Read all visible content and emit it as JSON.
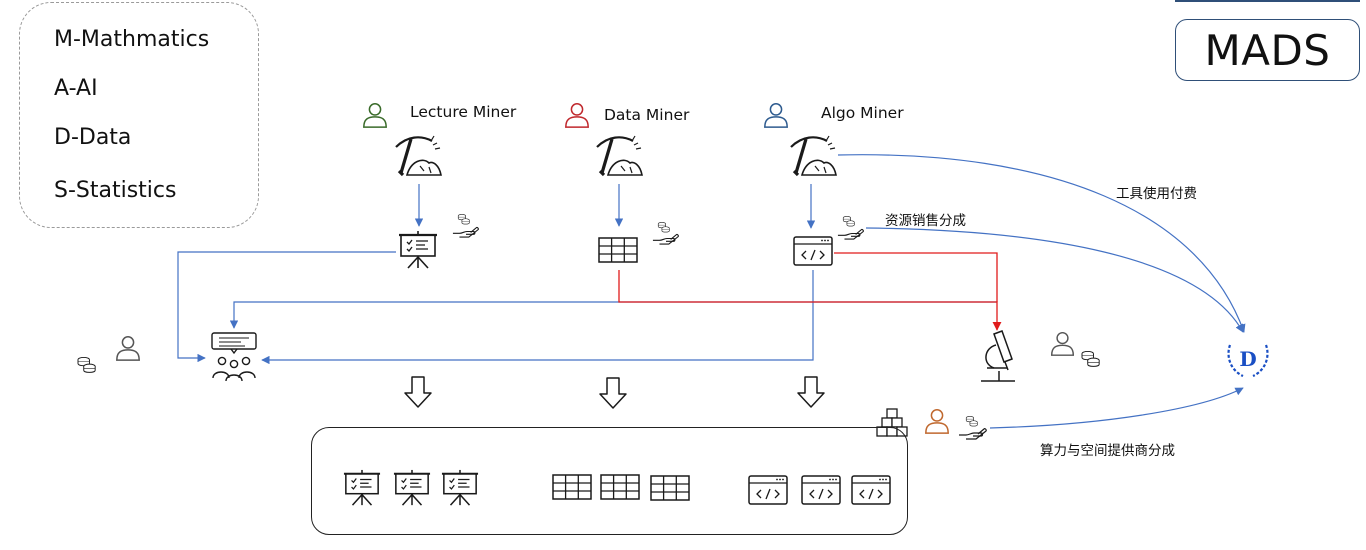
{
  "legend": {
    "items": [
      "M-Mathmatics",
      "A-AI",
      "D-Data",
      "S-Statistics"
    ]
  },
  "brand": {
    "title": "MADS"
  },
  "miners": {
    "lecture": {
      "label": "Lecture Miner",
      "color": "#3a6b2a"
    },
    "data": {
      "label": "Data Miner",
      "color": "#c0282d"
    },
    "algo": {
      "label": "Algo Miner",
      "color": "#2e5b8f"
    }
  },
  "flows": {
    "tool_fee": "工具使用付费",
    "resource_share": "资源销售分成",
    "provider_share": "算力与空间提供商分成"
  },
  "colors": {
    "blue_arrow": "#4472c4",
    "red_arrow": "#e01b1b",
    "icon_dark": "#1a1a1a",
    "person_orange": "#c0682e",
    "person_gray": "#555555"
  },
  "icons": [
    "pickaxe-icon",
    "presentation-board-icon",
    "table-grid-icon",
    "code-window-icon",
    "audience-icon",
    "microscope-icon",
    "d-laurel-logo-icon",
    "boxes-icon",
    "coins-icon",
    "hand-coin-icon",
    "user-icon",
    "down-arrow-icon"
  ]
}
